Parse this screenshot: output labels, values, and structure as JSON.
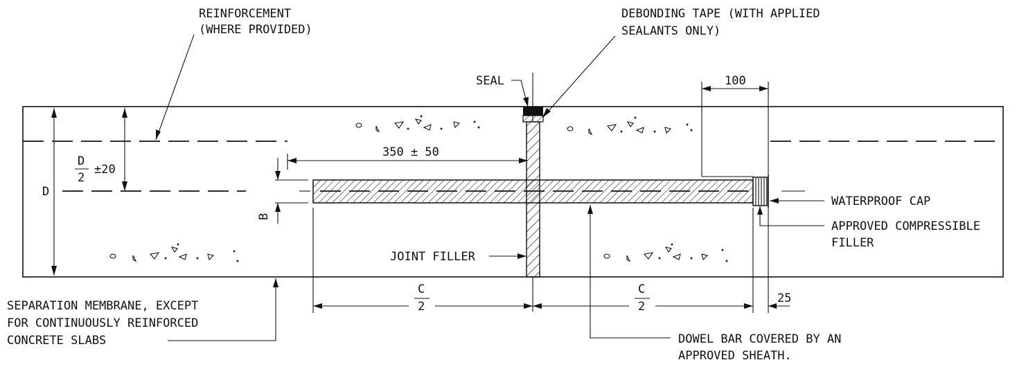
{
  "labels": {
    "reinforcement_1": "REINFORCEMENT",
    "reinforcement_2": "(WHERE PROVIDED)",
    "debonding_1": "DEBONDING TAPE (WITH APPLIED",
    "debonding_2": "SEALANTS ONLY)",
    "seal": "SEAL",
    "dim_100": "100",
    "dim_350": "350 ± 50",
    "d_over_2": "D",
    "two": "2",
    "pm20": "±20",
    "d": "D",
    "b": "B",
    "waterproof_cap": "WATERPROOF CAP",
    "compressible_1": "APPROVED COMPRESSIBLE",
    "compressible_2": "FILLER",
    "joint_filler": "JOINT FILLER",
    "c_left": "C",
    "two_left": "2",
    "c_right": "C",
    "two_right": "2",
    "dim_25": "25",
    "membrane_1": "SEPARATION MEMBRANE, EXCEPT",
    "membrane_2": "FOR CONTINUOUSLY REINFORCED",
    "membrane_3": "CONCRETE SLABS",
    "dowel_1": "DOWEL BAR COVERED BY AN",
    "dowel_2": "APPROVED SHEATH."
  },
  "icons": {
    "aggregate": "aggregate-triangles-icon",
    "hatch": "hatch-pattern-icon"
  },
  "colors": {
    "ink": "#111111",
    "paper": "#ffffff"
  }
}
